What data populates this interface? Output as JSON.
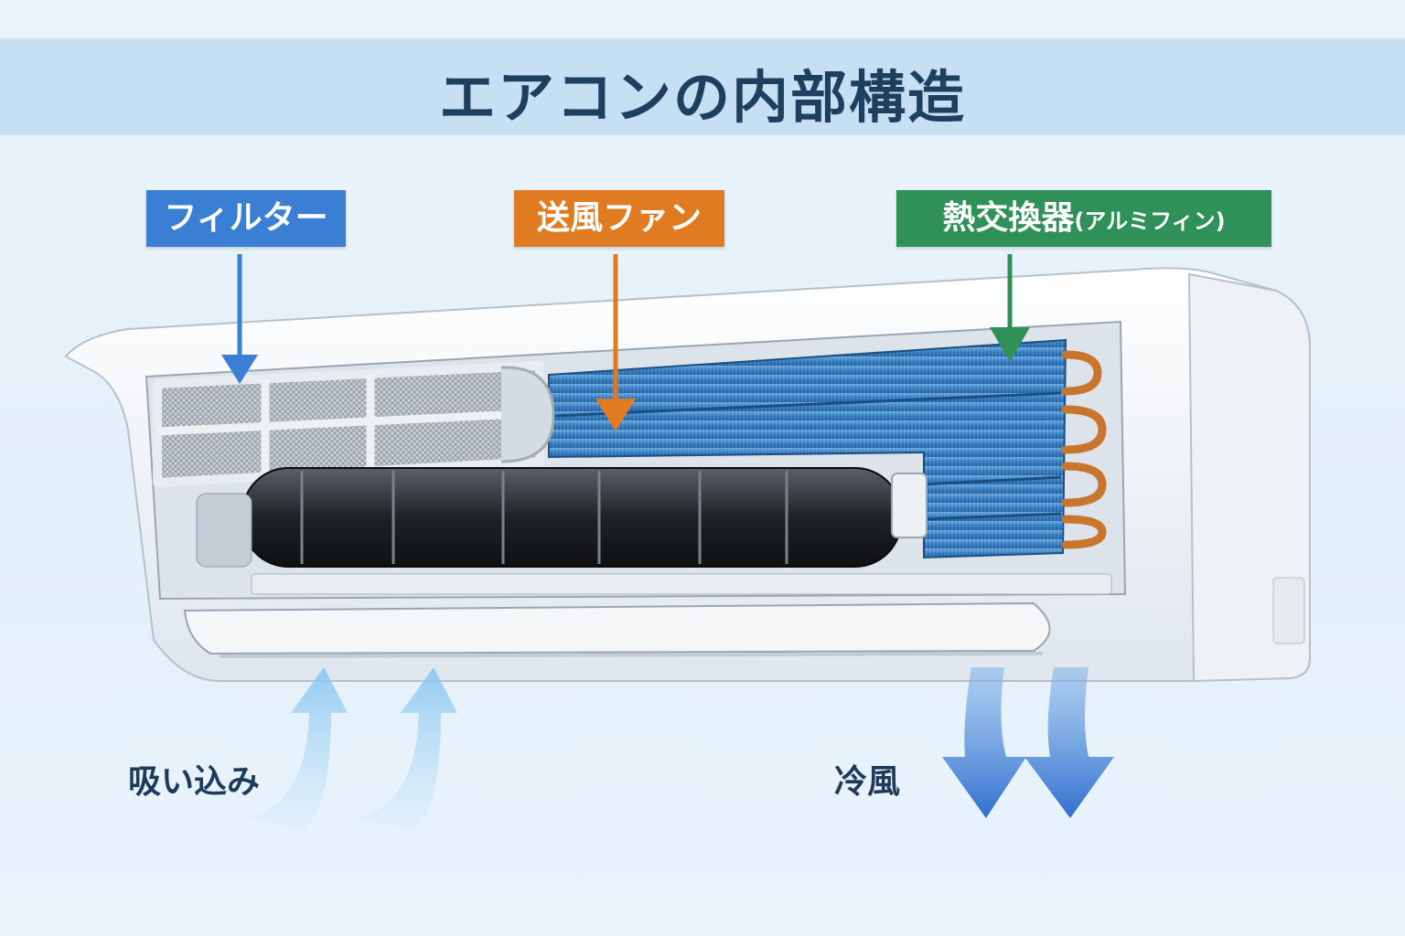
{
  "title": "エアコンの内部構造",
  "labels": {
    "filter": "フィルター",
    "fan": "送風ファン",
    "heat_exchanger": "熱交換器",
    "heat_exchanger_sub": "(アルミフィン)"
  },
  "airflow": {
    "intake": "吸い込み",
    "cold_air": "冷風"
  },
  "colors": {
    "filter": "#3b7fd4",
    "fan": "#e07b22",
    "heat_exchanger": "#2f9158",
    "title_band": "#c6dff2",
    "title_text": "#1f3f60"
  }
}
